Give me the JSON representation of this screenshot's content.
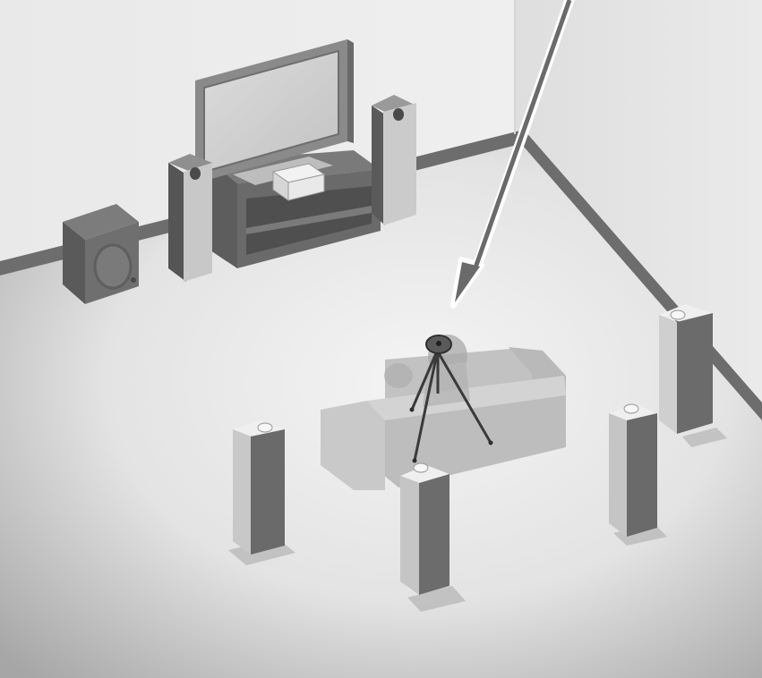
{
  "scene": {
    "subject": "speaker-setup",
    "colors": {
      "wall_left": "#ececec",
      "wall_right": "#e2e2e2",
      "floor_center": "#f2f2f2",
      "floor_edge": "#a9a9a9",
      "baseboard": "#6d6d6d",
      "speaker_front_face": "#c9c9c9",
      "speaker_dark_face": "#636363",
      "sofa": "#c4c4c4",
      "arrow_fill": "#6a6a6a",
      "arrow_outline": "#ffffff",
      "tripod": "#3a3a3a"
    },
    "elements": [
      "tv",
      "tv-stand",
      "center-speaker",
      "front-left-speaker",
      "front-right-speaker",
      "subwoofer",
      "sofa",
      "listener",
      "tripod-with-microphone",
      "surround-left-speaker",
      "surround-right-speaker",
      "surround-back-left-speaker",
      "surround-back-right-speaker",
      "position-arrow"
    ]
  }
}
